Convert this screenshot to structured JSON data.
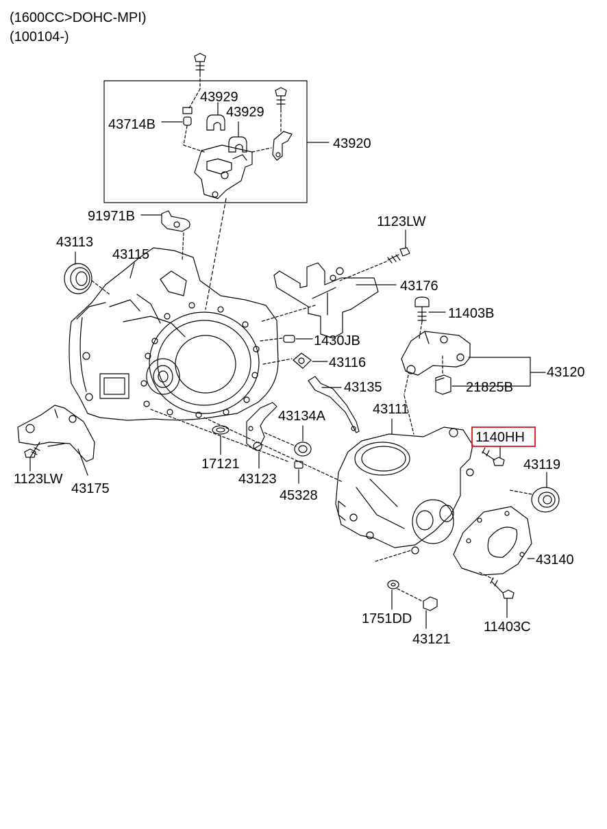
{
  "header": {
    "line1": "(1600CC>DOHC-MPI)",
    "line2": "(100104-)"
  },
  "highlight_color": "#e0262b",
  "parts": {
    "p43714B": "43714B",
    "p43929a": "43929",
    "p43929b": "43929",
    "p43920": "43920",
    "p91971B": "91971B",
    "p1123LW_top": "1123LW",
    "p43113": "43113",
    "p43115": "43115",
    "p43176": "43176",
    "p11403B": "11403B",
    "p1430JB": "1430JB",
    "p43116": "43116",
    "p43120": "43120",
    "p43135": "43135",
    "p21825B": "21825B",
    "p43111": "43111",
    "p43134A": "43134A",
    "p1140HH": "1140HH",
    "p43119": "43119",
    "p17121": "17121",
    "p43123": "43123",
    "p45328": "45328",
    "p1123LW_left": "1123LW",
    "p43175": "43175",
    "p43140": "43140",
    "p1751DD": "1751DD",
    "p11403C": "11403C",
    "p43121": "43121"
  }
}
